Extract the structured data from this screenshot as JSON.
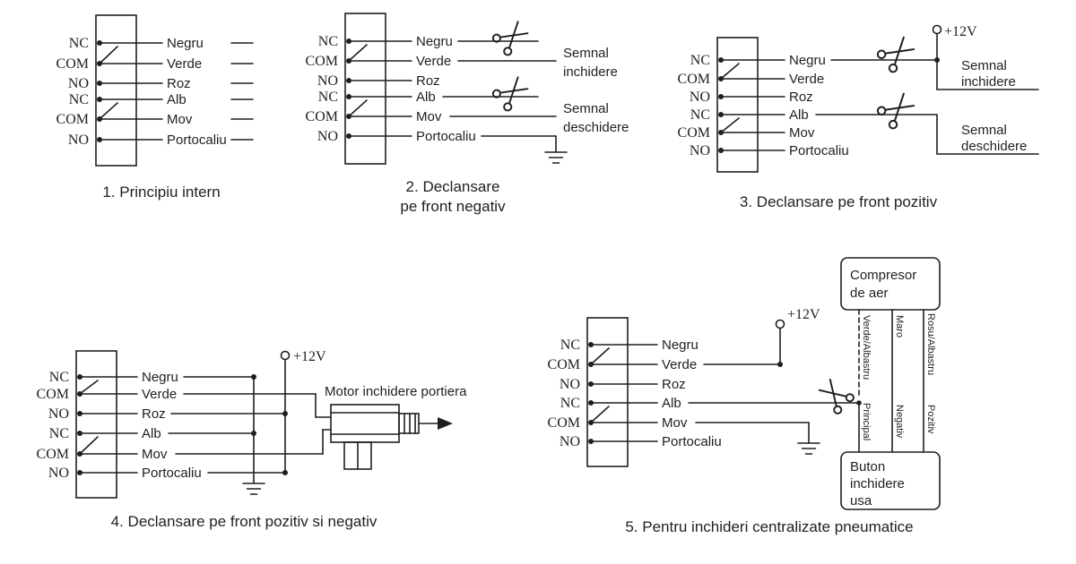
{
  "background": "#ffffff",
  "ink": "#1f1f1f",
  "terminals": [
    "NC",
    "COM",
    "NO",
    "NC",
    "COM",
    "NO"
  ],
  "wires": [
    "Negru",
    "Verde",
    "Roz",
    "Alb",
    "Mov",
    "Portocaliu"
  ],
  "labels": {
    "plus12v": "+12V",
    "semnal": "Semnal",
    "inchidere": "inchidere",
    "deschidere": "deschidere",
    "motor": "Motor inchidere portiera",
    "compresor_line1": "Compresor",
    "compresor_line2": "de aer",
    "buton_line1": "Buton",
    "buton_line2": "inchidere",
    "buton_line3": "usa",
    "tube_top_1": "Verde/Albastru",
    "tube_top_2": "Maro",
    "tube_top_3": "Rosu/Albastru",
    "tube_bottom_1": "Principal",
    "tube_bottom_2": "Negativ",
    "tube_bottom_3": "Pozitiv"
  },
  "captions": {
    "d1": "1. Principiu intern",
    "d2_line1": "2. Declansare",
    "d2_line2": "pe front negativ",
    "d3": "3. Declansare pe front pozitiv",
    "d4": "4. Declansare pe front pozitiv si negativ",
    "d5": "5. Pentru inchideri centralizate pneumatice"
  },
  "icons": {
    "scissors": "cut-wire-scissors",
    "ground": "chassis-ground-bars",
    "supply_terminal": "open-circle-12v-terminal"
  }
}
